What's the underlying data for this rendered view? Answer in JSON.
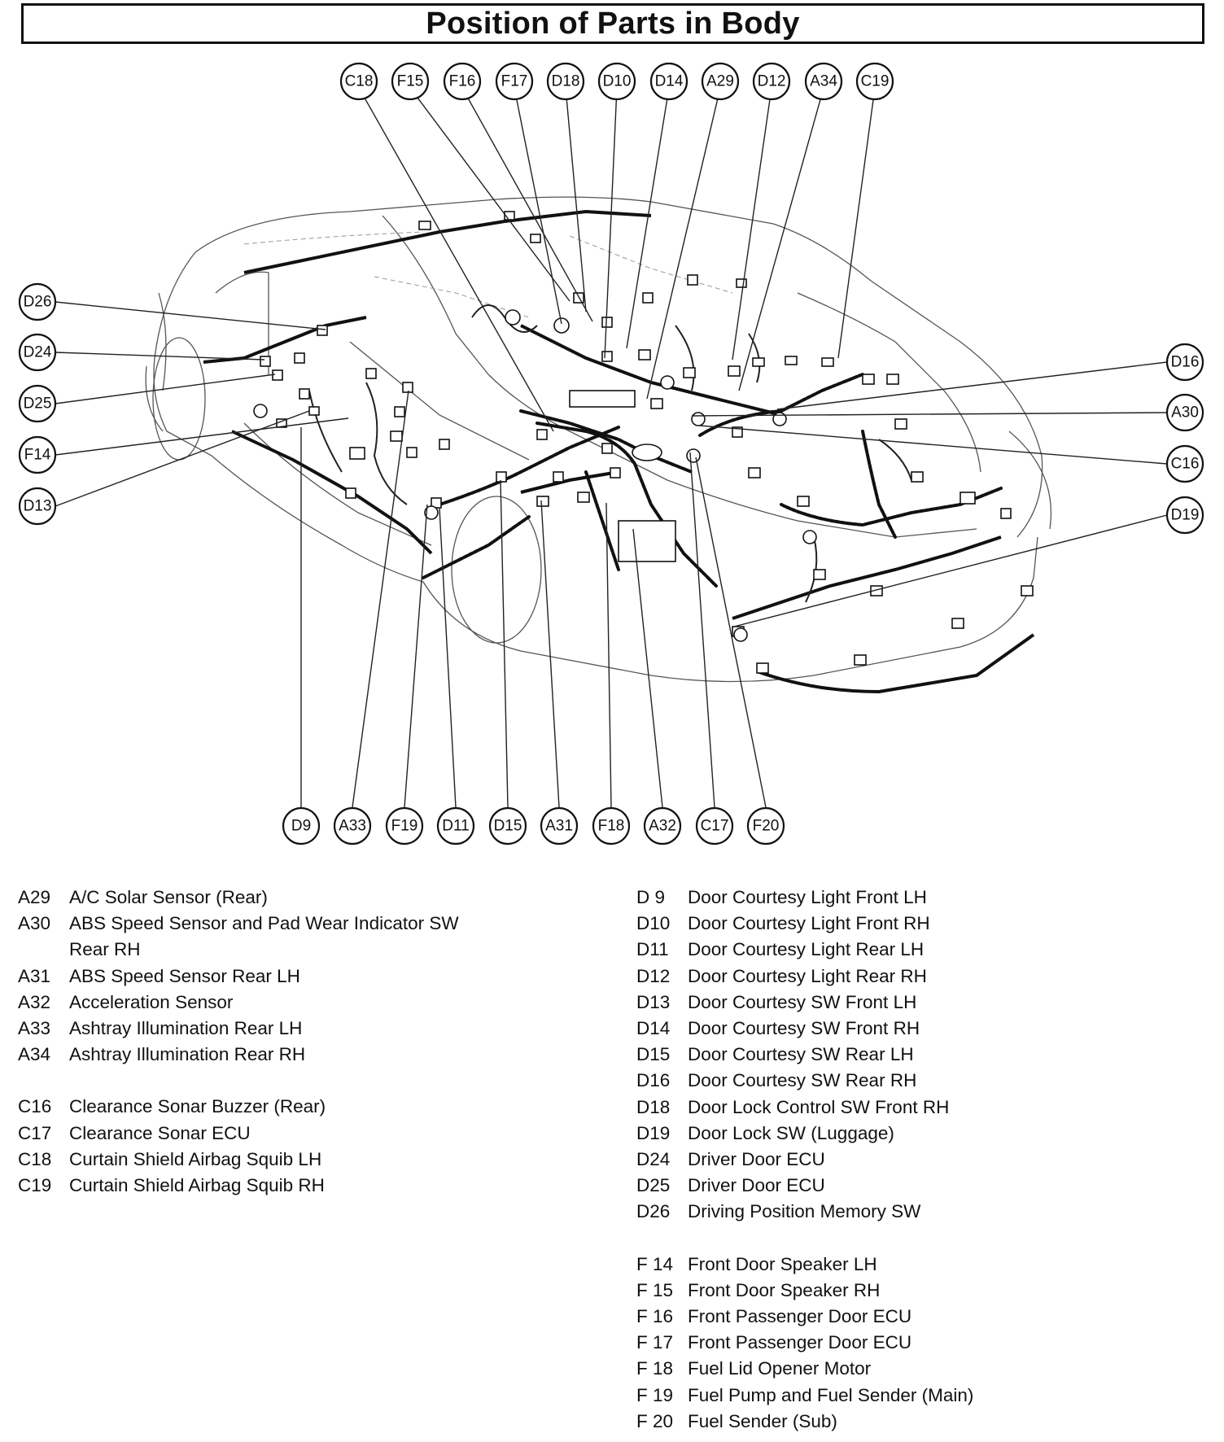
{
  "page": {
    "title": "Position of Parts in Body"
  },
  "callouts": {
    "top": [
      "C18",
      "F15",
      "F16",
      "F17",
      "D18",
      "D10",
      "D14",
      "A29",
      "D12",
      "A34",
      "C19"
    ],
    "left": [
      "D26",
      "D24",
      "D25",
      "F14",
      "D13"
    ],
    "right": [
      "D16",
      "A30",
      "C16",
      "D19"
    ],
    "bottom": [
      "D9",
      "A33",
      "F19",
      "D11",
      "D15",
      "A31",
      "F18",
      "A32",
      "C17",
      "F20"
    ]
  },
  "legend": {
    "left_groups": [
      [
        {
          "code": "A29",
          "lines": [
            "A/C Solar Sensor (Rear)"
          ]
        },
        {
          "code": "A30",
          "lines": [
            "ABS Speed Sensor and Pad Wear Indicator SW",
            "Rear RH"
          ]
        },
        {
          "code": "A31",
          "lines": [
            "ABS Speed Sensor Rear LH"
          ]
        },
        {
          "code": "A32",
          "lines": [
            "Acceleration Sensor"
          ]
        },
        {
          "code": "A33",
          "lines": [
            "Ashtray Illumination Rear LH"
          ]
        },
        {
          "code": "A34",
          "lines": [
            "Ashtray Illumination Rear RH"
          ]
        }
      ],
      [
        {
          "code": "C16",
          "lines": [
            "Clearance Sonar Buzzer (Rear)"
          ]
        },
        {
          "code": "C17",
          "lines": [
            "Clearance Sonar ECU"
          ]
        },
        {
          "code": "C18",
          "lines": [
            "Curtain Shield Airbag Squib LH"
          ]
        },
        {
          "code": "C19",
          "lines": [
            "Curtain Shield Airbag Squib RH"
          ]
        }
      ]
    ],
    "right_groups": [
      [
        {
          "code": "D 9",
          "lines": [
            "Door Courtesy Light Front LH"
          ]
        },
        {
          "code": "D10",
          "lines": [
            "Door Courtesy Light Front RH"
          ]
        },
        {
          "code": "D11",
          "lines": [
            "Door Courtesy Light Rear LH"
          ]
        },
        {
          "code": "D12",
          "lines": [
            "Door Courtesy Light Rear RH"
          ]
        },
        {
          "code": "D13",
          "lines": [
            "Door Courtesy SW Front LH"
          ]
        },
        {
          "code": "D14",
          "lines": [
            "Door Courtesy SW Front RH"
          ]
        },
        {
          "code": "D15",
          "lines": [
            "Door Courtesy SW Rear LH"
          ]
        },
        {
          "code": "D16",
          "lines": [
            "Door Courtesy SW Rear RH"
          ]
        },
        {
          "code": "D18",
          "lines": [
            "Door Lock Control SW Front RH"
          ]
        },
        {
          "code": "D19",
          "lines": [
            "Door Lock SW (Luggage)"
          ]
        },
        {
          "code": "D24",
          "lines": [
            "Driver Door ECU"
          ]
        },
        {
          "code": "D25",
          "lines": [
            "Driver Door ECU"
          ]
        },
        {
          "code": "D26",
          "lines": [
            "Driving Position Memory SW"
          ]
        }
      ],
      [
        {
          "code": "F 14",
          "lines": [
            "Front Door Speaker LH"
          ]
        },
        {
          "code": "F 15",
          "lines": [
            "Front Door Speaker RH"
          ]
        },
        {
          "code": "F 16",
          "lines": [
            "Front Passenger Door ECU"
          ]
        },
        {
          "code": "F 17",
          "lines": [
            "Front Passenger Door ECU"
          ]
        },
        {
          "code": "F 18",
          "lines": [
            "Fuel Lid Opener Motor"
          ]
        },
        {
          "code": "F 19",
          "lines": [
            "Fuel Pump and Fuel Sender (Main)"
          ]
        },
        {
          "code": "F 20",
          "lines": [
            "Fuel Sender (Sub)"
          ]
        }
      ]
    ]
  }
}
